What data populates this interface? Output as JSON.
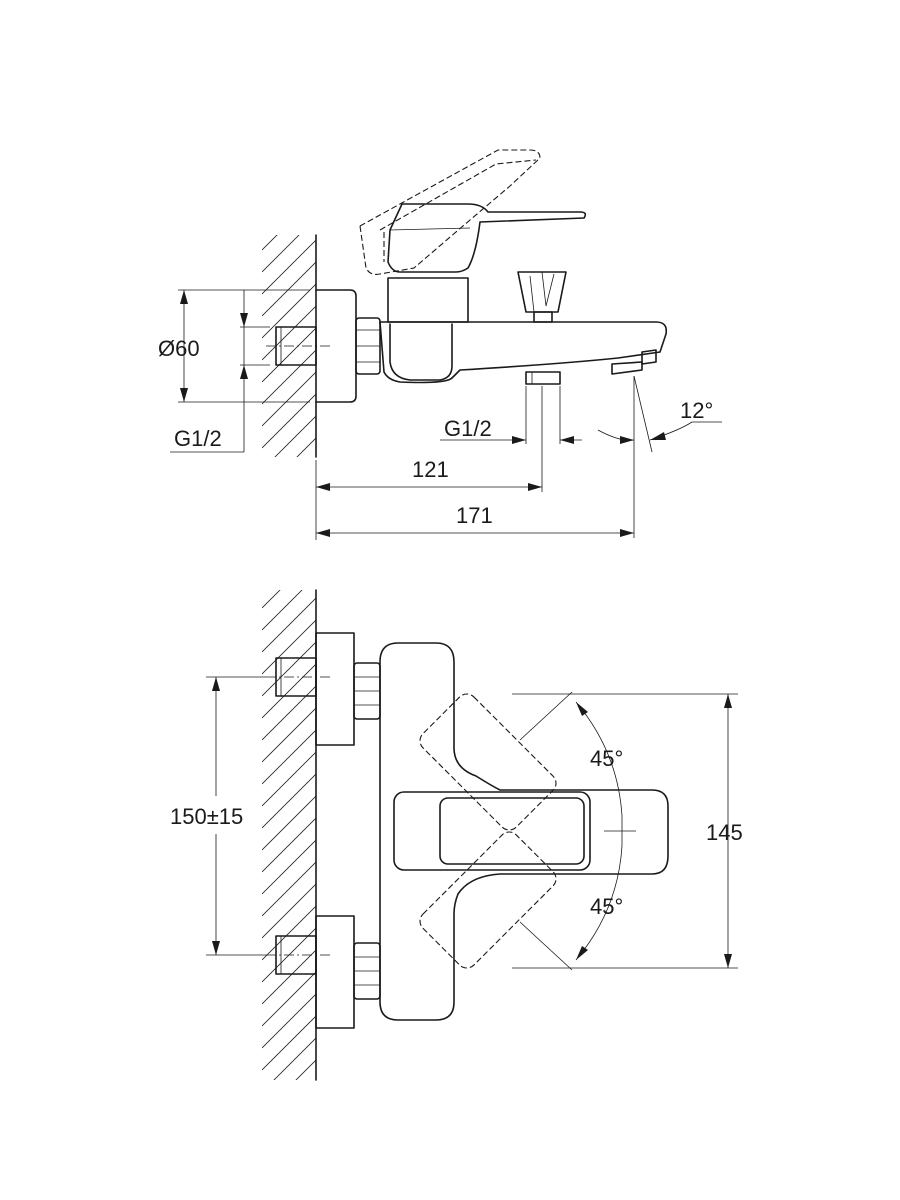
{
  "side_view": {
    "dims": {
      "diameter": "Ø60",
      "thread_left": "G1/2",
      "thread_bottom": "G1/2",
      "angle": "12°",
      "length_121": "121",
      "length_171": "171"
    }
  },
  "front_view": {
    "dims": {
      "center_distance": "150±15",
      "angle_top": "45°",
      "angle_bottom": "45°",
      "height": "145"
    }
  }
}
